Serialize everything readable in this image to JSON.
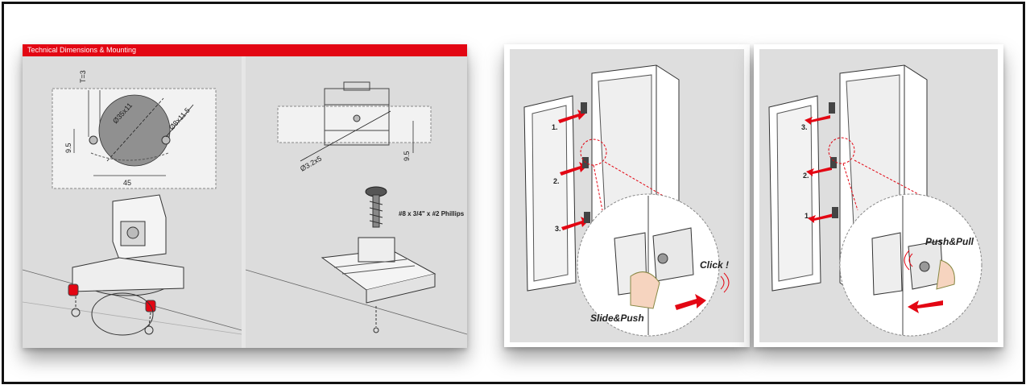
{
  "left": {
    "header": "Technical Dimensions & Mounting",
    "dims": {
      "t": "T=3",
      "d35": "Ø35x11",
      "d8": "Ø8x11.5",
      "h95": "9.5",
      "w45": "45",
      "d32": "Ø3.2x5",
      "v95": "9.5"
    },
    "screw_label": "#8 x 3/4\" x #2 Phillips"
  },
  "install": {
    "step1": "1.",
    "step2": "2.",
    "step3": "3.",
    "click": "Click !",
    "slide_push": "Slide&Push"
  },
  "remove": {
    "step1": "1.",
    "step2": "2.",
    "step3": "3.",
    "push_pull": "Push&Pull"
  },
  "colors": {
    "accent": "#e30613"
  }
}
